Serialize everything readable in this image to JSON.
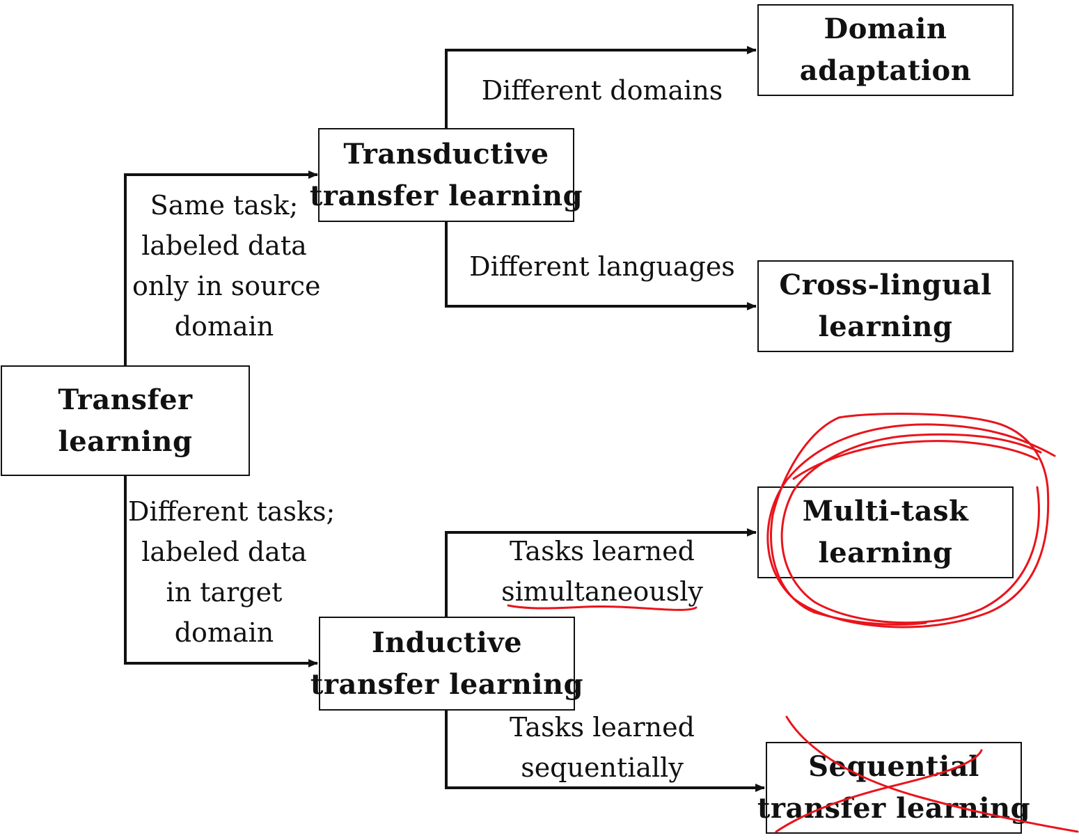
{
  "nodes": {
    "root": {
      "line1": "Transfer",
      "line2": "learning"
    },
    "transductive": {
      "line1": "Transductive",
      "line2": "transfer learning"
    },
    "inductive": {
      "line1": "Inductive",
      "line2": "transfer learning"
    },
    "domain_adaptation": {
      "line1": "Domain",
      "line2": "adaptation"
    },
    "cross_lingual": {
      "line1": "Cross-lingual",
      "line2": "learning"
    },
    "multi_task": {
      "line1": "Multi-task",
      "line2": "learning"
    },
    "sequential": {
      "line1": "Sequential",
      "line2": "transfer learning"
    }
  },
  "edge_labels": {
    "same_task": [
      "Same task;",
      "labeled data",
      "only in source",
      "domain"
    ],
    "different_tasks": [
      "Different tasks;",
      "labeled data",
      "in target",
      "domain"
    ],
    "different_domains": [
      "Different domains"
    ],
    "different_languages": [
      "Different languages"
    ],
    "simultaneously": [
      "Tasks learned",
      "simultaneously"
    ],
    "sequentially": [
      "Tasks learned",
      "sequentially"
    ]
  },
  "colors": {
    "line": "#111111",
    "annotation": "#e8141b"
  }
}
